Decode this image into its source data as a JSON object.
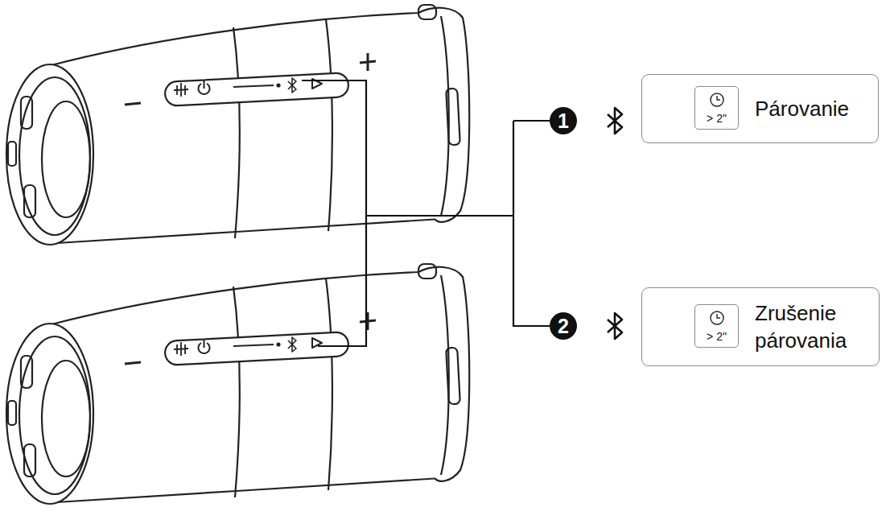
{
  "diagram": {
    "nodes": [
      {
        "text": [
          "Párovanie"
        ]
      },
      {
        "text": [
          "> 2\""
        ],
        "in": 0
      },
      {
        "text": [
          "Zrušenie párovania"
        ]
      },
      {
        "text": [
          "> 2\""
        ],
        "in": 2
      }
    ],
    "labels": [
      "1",
      "2"
    ]
  }
}
